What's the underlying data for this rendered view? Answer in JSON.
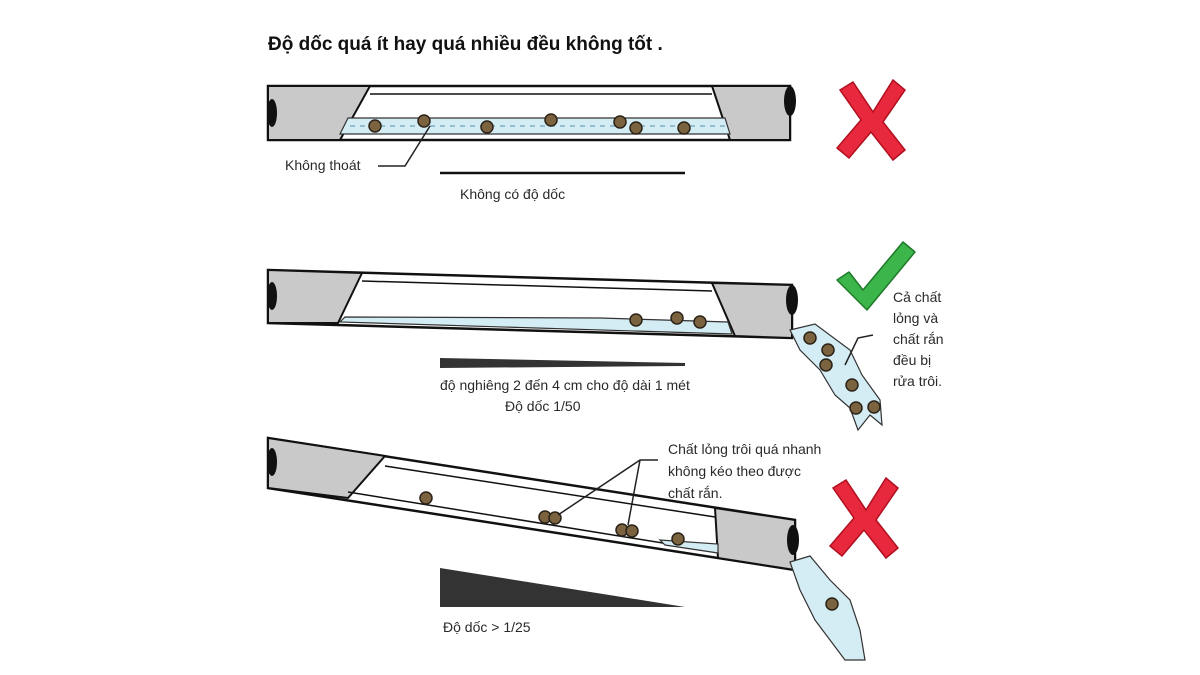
{
  "title": "Độ dốc quá ít hay quá nhiều đều không tốt .",
  "panel_flat": {
    "status_icon": "red-x-icon",
    "callout": "Không thoát",
    "slope_label": "Không có độ dốc"
  },
  "panel_correct": {
    "status_icon": "green-check-icon",
    "callout_lines": [
      "Cả chất",
      "lỏng và",
      "chất rắn",
      "đều bị",
      "rửa trôi."
    ],
    "slope_label": "độ nghiêng 2 đến 4 cm cho độ dài 1 mét",
    "slope_ratio": "Độ dốc 1/50"
  },
  "panel_steep": {
    "status_icon": "red-x-icon",
    "callout_lines": [
      "Chất lỏng trôi quá nhanh",
      "không kéo theo được",
      "chất rắn."
    ],
    "slope_ratio": "Độ dốc > 1/25"
  },
  "colors": {
    "wrong": "#e8283c",
    "right": "#3cb54a",
    "water": "#d4ecf3",
    "solid": "#7b6340"
  }
}
